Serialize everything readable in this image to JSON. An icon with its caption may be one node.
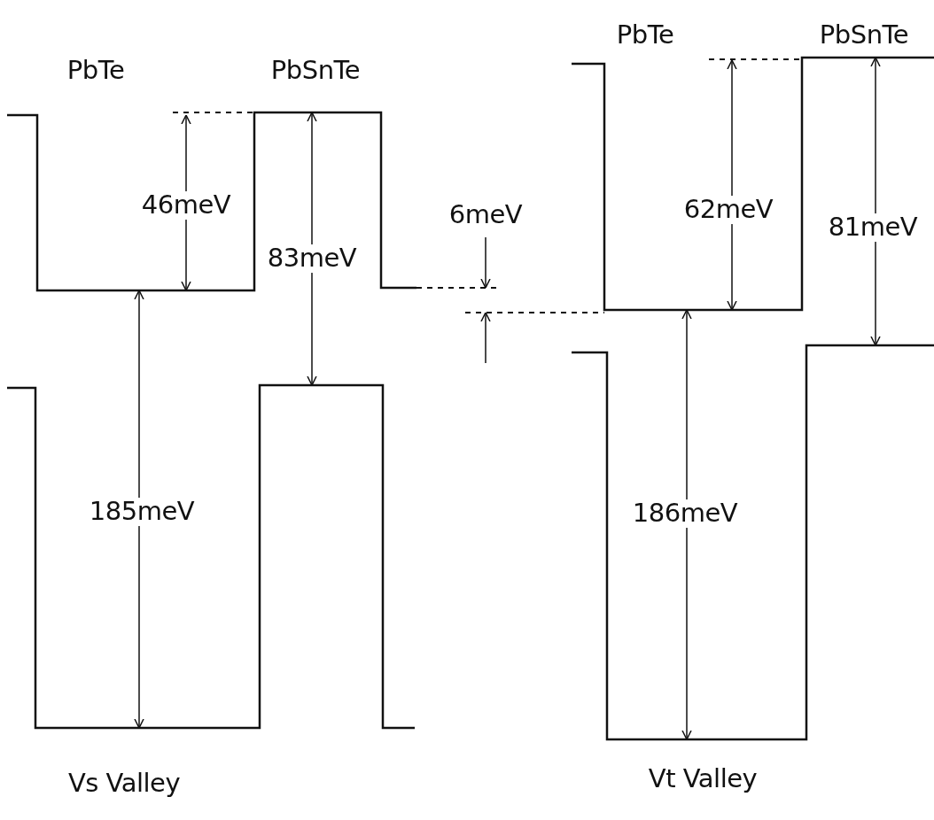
{
  "diagram": {
    "labels": [
      "PbTe",
      "PbSnTe",
      "PbTe",
      "PbSnTe",
      "46meV",
      "83meV",
      "6meV",
      "62meV",
      "81meV",
      "185meV",
      "186meV",
      "Vs Valley",
      "Vt Valley"
    ]
  }
}
